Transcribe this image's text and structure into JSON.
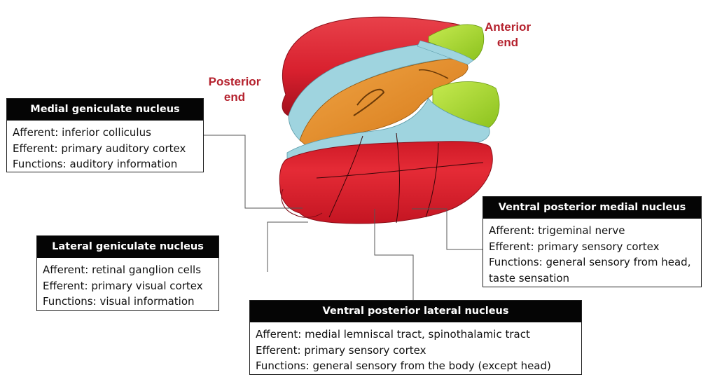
{
  "labels": {
    "anterior": {
      "line1": "Anterior",
      "line2": "end"
    },
    "posterior": {
      "line1": "Posterior",
      "line2": "end"
    }
  },
  "nuclei": {
    "medial_geniculate": {
      "title": "Medial geniculate nucleus",
      "afferent": "Afferent: inferior colliculus",
      "efferent": "Efferent: primary auditory cortex",
      "functions": "Functions: auditory information"
    },
    "lateral_geniculate": {
      "title": "Lateral geniculate nucleus",
      "afferent": "Afferent: retinal ganglion cells",
      "efferent": "Efferent: primary visual cortex",
      "functions": "Functions: visual information"
    },
    "ventral_posterior_medial": {
      "title": "Ventral posterior medial nucleus",
      "afferent": "Afferent: trigeminal nerve",
      "efferent": "Efferent: primary sensory cortex",
      "functions": "Functions: general sensory from head,",
      "functions_cont": "taste sensation"
    },
    "ventral_posterior_lateral": {
      "title": "Ventral posterior lateral nucleus",
      "afferent": "Afferent: medial lemniscal tract, spinothalamic tract",
      "efferent": "Efferent: primary sensory cortex",
      "functions": "Functions: general sensory from the body (except head)"
    }
  },
  "colors": {
    "red": "#d8202e",
    "dark_red": "#a3101d",
    "orange": "#e08a2a",
    "green": "#a9d633",
    "blue_band": "#9fd4df"
  }
}
